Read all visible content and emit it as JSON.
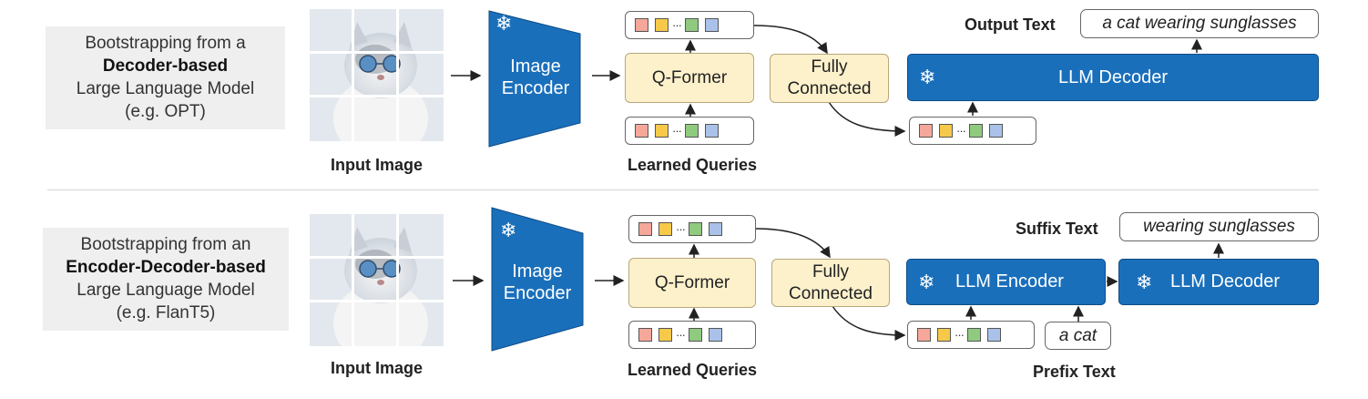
{
  "rows": [
    {
      "description": {
        "line1": "Bootstrapping from a",
        "line2": "Decoder-based",
        "line3": "Large Language Model",
        "line4": "(e.g. OPT)"
      },
      "input_image_caption": "Input Image",
      "image_encoder_label": {
        "line1": "Image",
        "line2": "Encoder"
      },
      "qformer_label": "Q-Former",
      "learned_queries_caption": "Learned Queries",
      "fully_connected_label": {
        "line1": "Fully",
        "line2": "Connected"
      },
      "llm_decoder_label": "LLM Decoder",
      "output_text_label": "Output Text",
      "output_text_value": "a cat wearing sunglasses"
    },
    {
      "description": {
        "line1": "Bootstrapping from an",
        "line2": "Encoder-Decoder-based",
        "line3": "Large Language Model",
        "line4": "(e.g. FlanT5)"
      },
      "input_image_caption": "Input Image",
      "image_encoder_label": {
        "line1": "Image",
        "line2": "Encoder"
      },
      "qformer_label": "Q-Former",
      "learned_queries_caption": "Learned Queries",
      "fully_connected_label": {
        "line1": "Fully",
        "line2": "Connected"
      },
      "llm_encoder_label": "LLM Encoder",
      "llm_decoder_label": "LLM Decoder",
      "suffix_text_label": "Suffix Text",
      "suffix_text_value": "wearing sunglasses",
      "prefix_text_value": "a cat",
      "prefix_text_label": "Prefix Text"
    }
  ],
  "icons": {
    "frozen": "snowflake-icon",
    "token_dots": "···"
  },
  "colors": {
    "llm_blue": "#1a6fbb",
    "qformer_fill": "#fdf1cc",
    "token_red": "#f5a79a",
    "token_yellow": "#f6c94a",
    "token_green": "#8fca7e",
    "token_blue": "#aac2ea"
  }
}
